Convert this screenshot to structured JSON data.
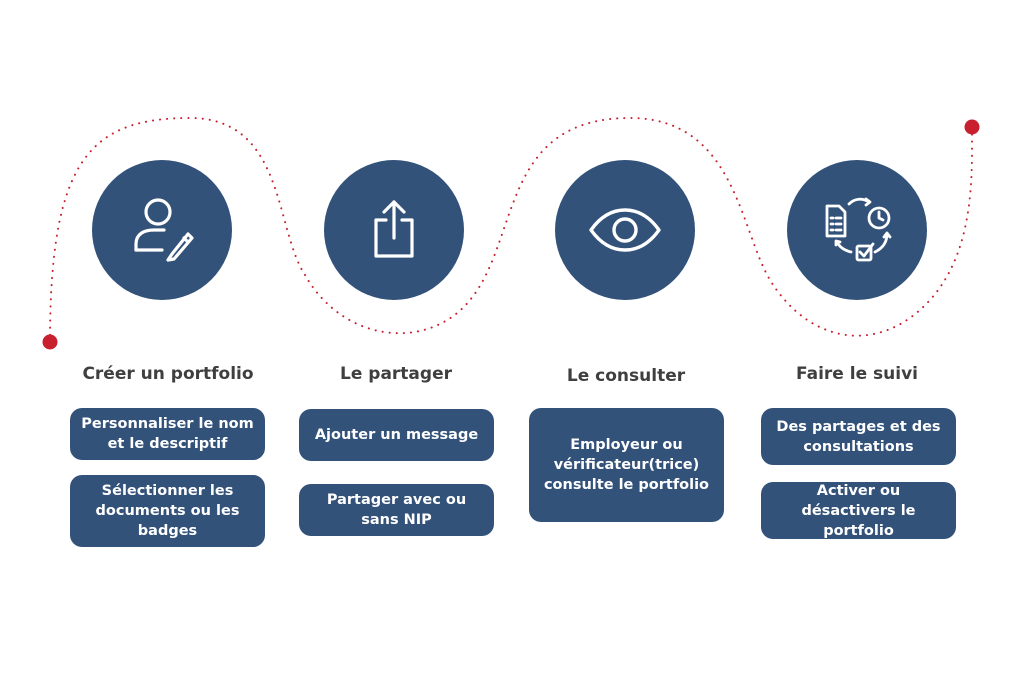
{
  "colors": {
    "circle": "#33527a",
    "box": "#33527a",
    "path_dots": "#c8202f",
    "endpoint": "#c8202f",
    "title_text": "#3f3f3f",
    "box_text": "#ffffff"
  },
  "steps": [
    {
      "icon": "user-edit-icon",
      "title": "Créer un portfolio",
      "details": [
        "Personnaliser le nom et le descriptif",
        "Sélectionner les documents ou les badges"
      ]
    },
    {
      "icon": "share-upload-icon",
      "title": "Le partager",
      "details": [
        "Ajouter un message",
        "Partager avec ou sans NIP"
      ]
    },
    {
      "icon": "eye-icon",
      "title": "Le consulter",
      "details": [
        "Employeur ou vérificateur(trice) consulte le portfolio"
      ]
    },
    {
      "icon": "tracking-cycle-icon",
      "title": "Faire le suivi",
      "details": [
        "Des partages et des consultations",
        "Activer ou désactivers le portfolio"
      ]
    }
  ]
}
